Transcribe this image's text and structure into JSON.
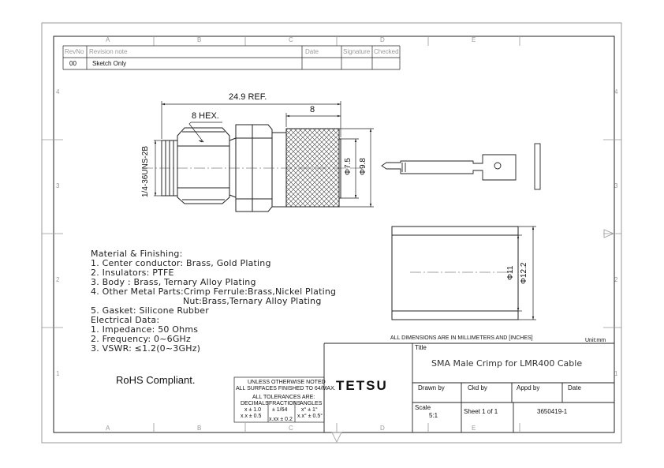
{
  "border": {
    "columns_top": [
      "A",
      "B",
      "C",
      "D",
      "E"
    ],
    "columns_bottom": [
      "A",
      "B",
      "C",
      "D",
      "E"
    ],
    "rows_left": [
      "4",
      "3",
      "2",
      "1"
    ],
    "rows_right": [
      "4",
      "3",
      "2",
      "1"
    ]
  },
  "revision_table": {
    "headers": {
      "rev_no": "RevNo",
      "revision_note": "Revision note",
      "date": "Date",
      "signature": "Signature",
      "checked": "Checked"
    },
    "rows": [
      {
        "rev_no": "00",
        "note": "Sketch Only",
        "date": "",
        "signature": "",
        "checked": ""
      }
    ]
  },
  "dimensions": {
    "overall_length": "24.9 REF.",
    "hex": "8 HEX.",
    "ferrule_length": "8",
    "thread": "1/4-36UNS-2B",
    "diameter_inner": "Φ7.5",
    "diameter_outer": "Φ9.8",
    "ferrule_inner": "Φ11",
    "ferrule_outer": "Φ12.2"
  },
  "notes": {
    "material_title": "Material & Finishing:",
    "material_items": [
      "1. Center conductor: Brass, Gold Plating",
      "2. Insulators: PTFE",
      "3. Body : Brass, Ternary Alloy Plating",
      "4. Other Metal Parts:Crimp Ferrule:Brass,Nickel Plating",
      "Nut:Brass,Ternary Alloy Plating",
      "5. Gasket: Silicone Rubber"
    ],
    "electrical_title": "Electrical Data:",
    "electrical_items": [
      "1. Impedance: 50 Ohms",
      "2. Frequency: 0~6GHz",
      "3. VSWR:        ≤1.2(0~3GHz)"
    ],
    "rohs": "RoHS Compliant."
  },
  "tolerances": {
    "line1": "UNLESS OTHERWISE NOTED",
    "line2": "ALL SURFACES FINISHED TO 64/MAX.",
    "line3": "ALL TOLERANCES ARE:",
    "col_decimals": "DECIMALS",
    "col_fractions": "FRACTIONS",
    "col_angles": "ANGLES",
    "dec1": "x ± 1.0",
    "dec2": "x.x ± 0.5",
    "frac1": "± 1/64",
    "frac2": "x.xx ± 0.2",
    "ang1": "x° ± 1°",
    "ang2": "x.x° ± 0.5°"
  },
  "title_block": {
    "units_note": "ALL DIMENSIONS ARE IN MILLIMETERS AND [INCHES]",
    "unit": "Unit:mm",
    "title_label": "Title",
    "title": "SMA Male Crimp for LMR400 Cable",
    "company": "TETSU",
    "drawn_by": "Drawn by",
    "ckd_by": "Ckd by",
    "appd_by": "Appd by",
    "date": "Date",
    "scale_label": "Scale",
    "scale": "5:1",
    "sheet": "Sheet 1 of 1",
    "part_no": "3650419-1"
  }
}
